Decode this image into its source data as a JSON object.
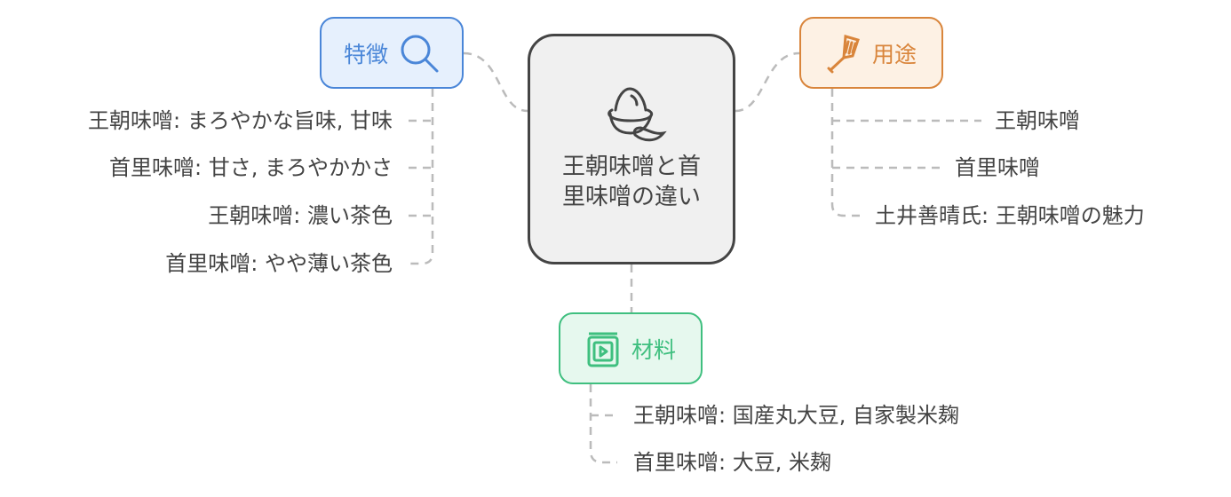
{
  "center": {
    "title": "王朝味噌と首里味噌の違い",
    "icon": "miso-bowl-icon"
  },
  "branches": {
    "features": {
      "label": "特徴",
      "icon": "search-icon",
      "color": "#4a86d8",
      "bg": "#e6f0fd",
      "items": [
        "王朝味噌: まろやかな旨味, 甘味",
        "首里味噌: 甘さ, まろやかかさ",
        "王朝味噌: 濃い茶色",
        "首里味噌: やや薄い茶色"
      ]
    },
    "uses": {
      "label": "用途",
      "icon": "spatula-icon",
      "color": "#d9853b",
      "bg": "#fdf1e4",
      "items": [
        "王朝味噌",
        "首里味噌",
        "土井善晴氏: 王朝味噌の魅力"
      ]
    },
    "materials": {
      "label": "材料",
      "icon": "book-play-icon",
      "color": "#3fbf7f",
      "bg": "#e6f8ee",
      "items": [
        "王朝味噌: 国産丸大豆, 自家製米麹",
        "首里味噌: 大豆, 米麹"
      ]
    }
  }
}
